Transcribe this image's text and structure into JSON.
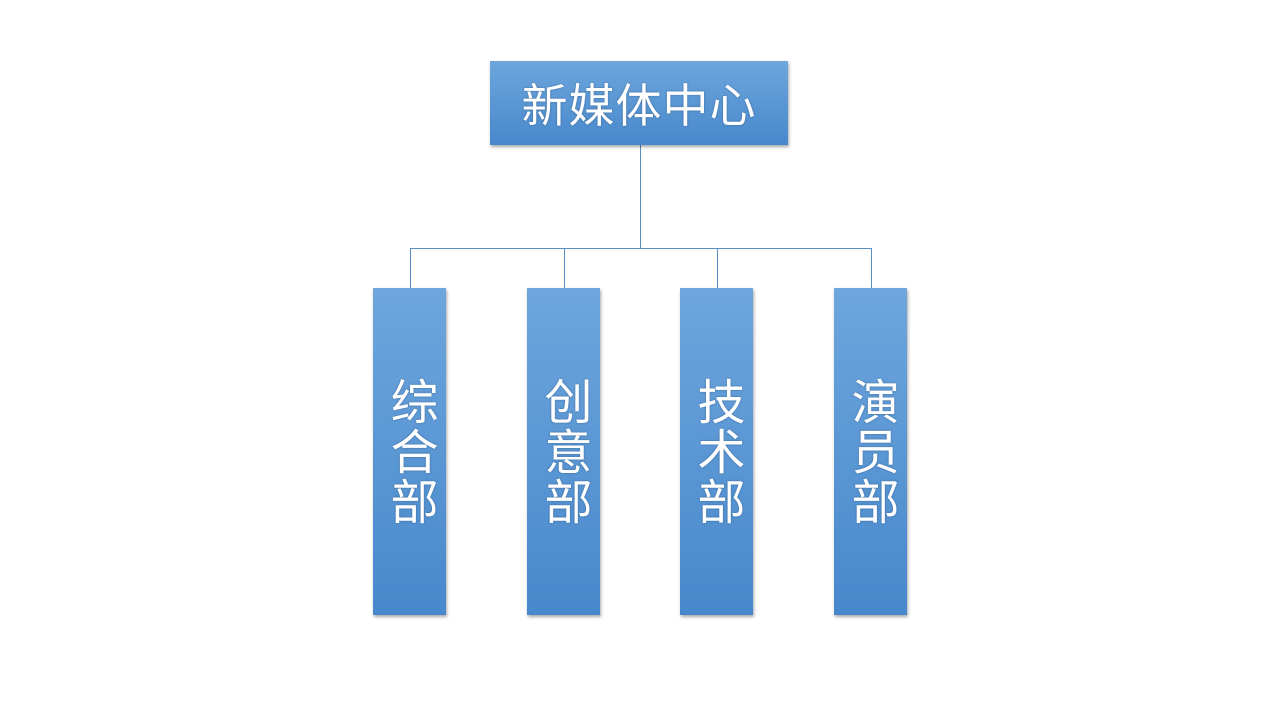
{
  "root": {
    "label": "新媒体中心"
  },
  "departments": [
    {
      "label": "综合部"
    },
    {
      "label": "创意部"
    },
    {
      "label": "技术部"
    },
    {
      "label": "演员部"
    }
  ],
  "colors": {
    "box": "#4f8fd1",
    "connector": "#5b8fbf"
  }
}
